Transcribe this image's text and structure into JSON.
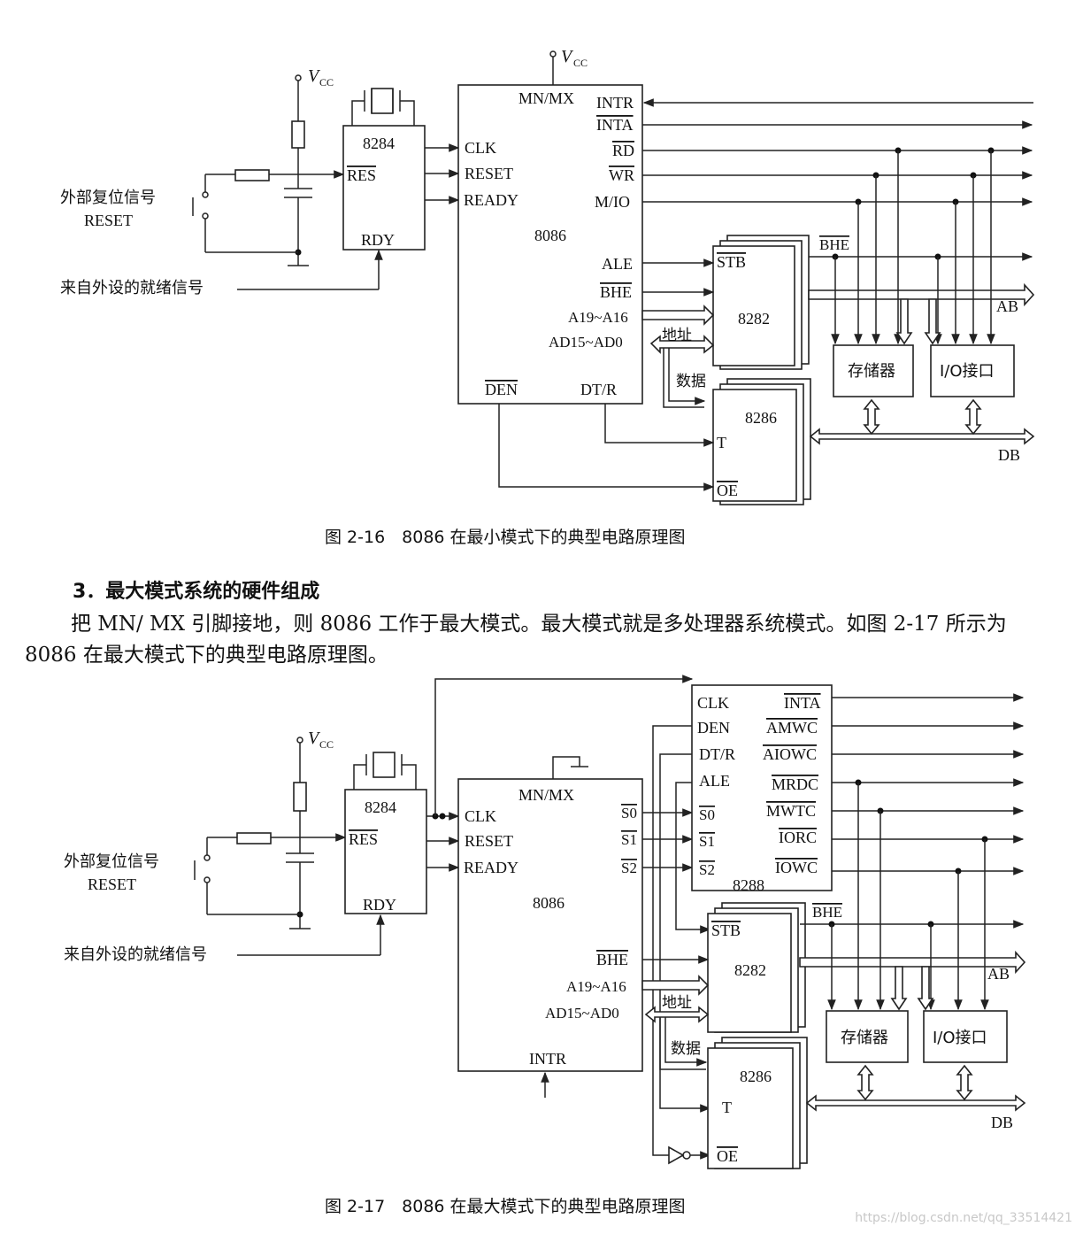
{
  "figure1": {
    "caption": "图 2-16　8086 在最小模式下的典型电路原理图",
    "vcc": "V",
    "vcc_sub": "CC",
    "reset_label": "外部复位信号",
    "reset_sub": "RESET",
    "ready_label": "来自外设的就绪信号",
    "clk_chip": "8284",
    "clk_res": "RES",
    "clk_rdy": "RDY",
    "cpu": "8086",
    "cpu_mode_pin": "MN/MX",
    "cpu_in_pins": [
      "CLK",
      "RESET",
      "READY"
    ],
    "cpu_out_pins": [
      "INTR",
      "INTA",
      "RD",
      "WR",
      "M/IO"
    ],
    "cpu_ale": "ALE",
    "cpu_bhe": "BHE",
    "cpu_addr_hi": "A19~A16",
    "cpu_addr_lo": "AD15~AD0",
    "cpu_den": "DEN",
    "cpu_dtr": "DT/R",
    "latch": "8282",
    "latch_stb": "STB",
    "latch_bhe": "BHE",
    "transceiver": "8286",
    "transceiver_t": "T",
    "transceiver_oe": "OE",
    "addr_label": "地址",
    "data_label": "数据",
    "memory": "存储器",
    "io": "I/O接口",
    "ab": "AB",
    "db": "DB"
  },
  "section": {
    "heading": "3．最大模式系统的硬件组成",
    "paragraph": "把 MN/ MX 引脚接地，则 8086 工作于最大模式。最大模式就是多处理器系统模式。如图 2-17 所示为 8086 在最大模式下的典型电路原理图。"
  },
  "figure2": {
    "caption": "图 2-17　8086 在最大模式下的典型电路原理图",
    "bus_ctrl": "8288",
    "bus_in_pins": [
      "CLK",
      "DEN",
      "DT/R",
      "ALE",
      "S0",
      "S1",
      "S2"
    ],
    "bus_out_pins": [
      "INTA",
      "AMWC",
      "AIOWC",
      "MRDC",
      "MWTC",
      "IORC",
      "IOWC"
    ],
    "cpu_status_pins": [
      "S0",
      "S1",
      "S2"
    ],
    "cpu_intr": "INTR"
  },
  "watermark": "https://blog.csdn.net/qq_33514421"
}
